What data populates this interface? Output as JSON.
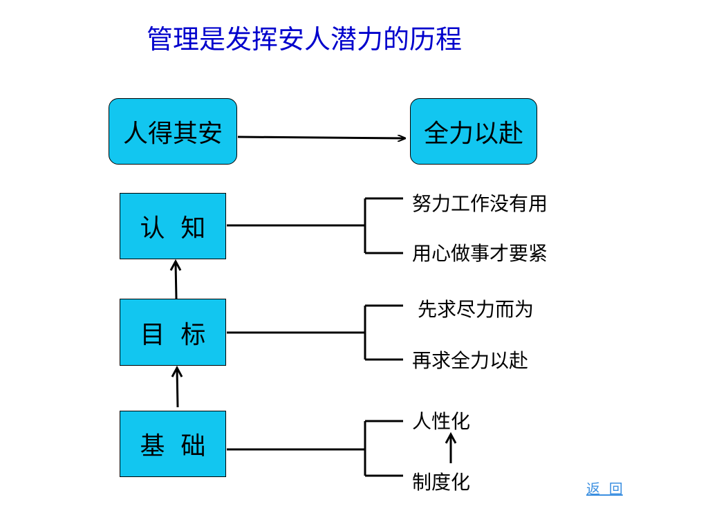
{
  "title": "管理是发挥安人潜力的历程",
  "top": {
    "left": "人得其安",
    "right": "全力以赴"
  },
  "stages": [
    {
      "label": "认  知",
      "items": [
        "努力工作没有用",
        "用心做事才要紧"
      ]
    },
    {
      "label": "目  标",
      "items": [
        "先求尽力而为",
        "再求全力以赴"
      ]
    },
    {
      "label": "基  础",
      "items": [
        "人性化",
        "制度化"
      ]
    }
  ],
  "return_link": "返  回"
}
